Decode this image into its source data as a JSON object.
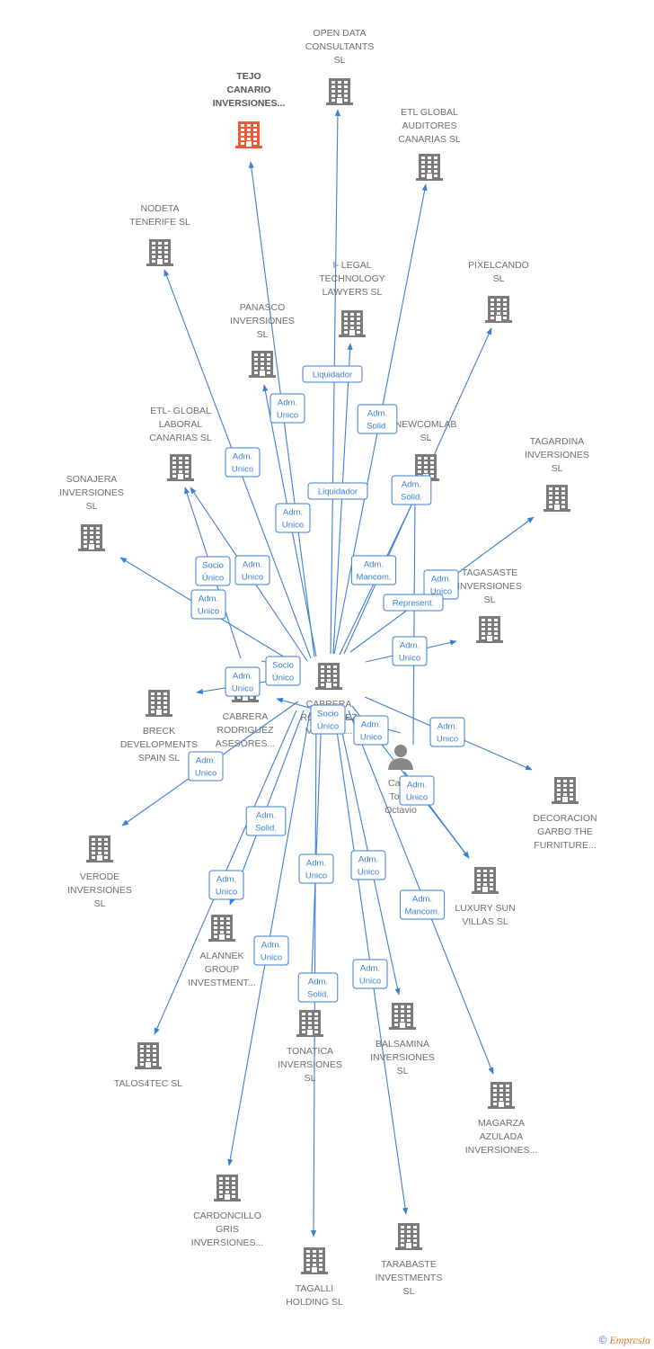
{
  "colors": {
    "edge": "#3a7fd5",
    "node": "#7a7a7a",
    "highlight": "#f05a32",
    "person": "#888888"
  },
  "nodes": [
    {
      "id": "center",
      "lines": [
        "CABRERA",
        "RODRIGUEZ",
        "MANUEL..."
      ],
      "icon": "building-icon"
    },
    {
      "id": "open_data",
      "lines": [
        "OPEN DATA",
        "CONSULTANTS",
        "SL"
      ],
      "icon": "building-icon"
    },
    {
      "id": "tejo",
      "lines": [
        "TEJO",
        "CANARIO",
        "INVERSIONES..."
      ],
      "icon": "building-icon",
      "highlight": true
    },
    {
      "id": "etl_auditores",
      "lines": [
        "ETL GLOBAL",
        "AUDITORES",
        "CANARIAS SL"
      ],
      "icon": "building-icon"
    },
    {
      "id": "nodeta",
      "lines": [
        "NODETA",
        "TENERIFE SL"
      ],
      "icon": "building-icon"
    },
    {
      "id": "ilegal",
      "lines": [
        "I- LEGAL",
        "TECHNOLOGY",
        "LAWYERS SL"
      ],
      "icon": "building-icon"
    },
    {
      "id": "pixelcando",
      "lines": [
        "PIXELCANDO",
        "SL"
      ],
      "icon": "building-icon"
    },
    {
      "id": "panasco",
      "lines": [
        "PANASCO",
        "INVERSIONES",
        "SL"
      ],
      "icon": "building-icon"
    },
    {
      "id": "etl_laboral",
      "lines": [
        "ETL- GLOBAL",
        "LABORAL",
        "CANARIAS SL"
      ],
      "icon": "building-icon"
    },
    {
      "id": "newcomlab",
      "lines": [
        "NEWCOMLAB",
        "SL"
      ],
      "icon": "building-icon"
    },
    {
      "id": "tagardina",
      "lines": [
        "TAGARDINA",
        "INVERSIONES",
        "SL"
      ],
      "icon": "building-icon"
    },
    {
      "id": "sonajera",
      "lines": [
        "SONAJERA",
        "INVERSIONES",
        "SL"
      ],
      "icon": "building-icon"
    },
    {
      "id": "tagasaste",
      "lines": [
        "TAGASASTE",
        "INVERSIONES",
        "SL"
      ],
      "icon": "building-icon"
    },
    {
      "id": "breck",
      "lines": [
        "BRECK",
        "DEVELOPMENTS",
        "SPAIN SL"
      ],
      "icon": "building-icon"
    },
    {
      "id": "asesores",
      "lines": [
        "CABRERA",
        "RODRIGUEZ",
        "ASESORES..."
      ],
      "icon": "building-icon"
    },
    {
      "id": "person",
      "lines": [
        "Cab...",
        "Tos...",
        "Octavio"
      ],
      "icon": "person-icon"
    },
    {
      "id": "decoracion",
      "lines": [
        "DECORACION",
        "GARBO THE",
        "FURNITURE..."
      ],
      "icon": "building-icon"
    },
    {
      "id": "verode",
      "lines": [
        "VERODE",
        "INVERSIONES",
        "SL"
      ],
      "icon": "building-icon"
    },
    {
      "id": "luxury",
      "lines": [
        "LUXURY SUN",
        "VILLAS SL"
      ],
      "icon": "building-icon"
    },
    {
      "id": "alannek",
      "lines": [
        "ALANNEK",
        "GROUP",
        "INVESTMENT..."
      ],
      "icon": "building-icon"
    },
    {
      "id": "talos",
      "lines": [
        "TALOS4TEC SL"
      ],
      "icon": "building-icon"
    },
    {
      "id": "tonatica",
      "lines": [
        "TONATICA",
        "INVERSIONES",
        "SL"
      ],
      "icon": "building-icon"
    },
    {
      "id": "balsamina",
      "lines": [
        "BALSAMINA",
        "INVERSIONES",
        "SL"
      ],
      "icon": "building-icon"
    },
    {
      "id": "magarza",
      "lines": [
        "MAGARZA",
        "AZULADA",
        "INVERSIONES..."
      ],
      "icon": "building-icon"
    },
    {
      "id": "cardoncillo",
      "lines": [
        "CARDONCILLO",
        "GRIS",
        "INVERSIONES..."
      ],
      "icon": "building-icon"
    },
    {
      "id": "tagalli",
      "lines": [
        "TAGALLI",
        "HOLDING SL"
      ],
      "icon": "building-icon"
    },
    {
      "id": "tarabaste",
      "lines": [
        "TARABASTE",
        "INVESTMENTS",
        "SL"
      ],
      "icon": "building-icon"
    }
  ],
  "edges": [
    {
      "from": "center",
      "to": "open_data",
      "label": [
        "Liquidador"
      ]
    },
    {
      "from": "center",
      "to": "tejo",
      "label": [
        "Adm.",
        "Unico"
      ]
    },
    {
      "from": "center",
      "to": "etl_auditores",
      "label": [
        "Adm.",
        "Solid."
      ]
    },
    {
      "from": "center",
      "to": "nodeta",
      "label": [
        "Adm.",
        "Unico"
      ]
    },
    {
      "from": "center",
      "to": "ilegal",
      "label": [
        "Liquidador"
      ]
    },
    {
      "from": "center",
      "to": "pixelcando",
      "label": [
        "Adm.",
        "Solid."
      ]
    },
    {
      "from": "center",
      "to": "panasco",
      "label": [
        "Adm.",
        "Unico"
      ]
    },
    {
      "from": "center",
      "to": "etl_laboral",
      "label": [
        "Adm.",
        "Unico"
      ]
    },
    {
      "from": "center",
      "to": "newcomlab",
      "label": [
        "Adm.",
        "Mancom."
      ]
    },
    {
      "from": "center",
      "to": "tagardina",
      "label": [
        "Adm.",
        "Unico"
      ]
    },
    {
      "from": "center",
      "to": "sonajera",
      "label": [
        "Adm.",
        "Unico"
      ]
    },
    {
      "from": "center",
      "to": "tagasaste",
      "label": [
        "Adm.",
        "Unico"
      ]
    },
    {
      "from": "center",
      "to": "breck",
      "label": [
        "Adm.",
        "Unico"
      ]
    },
    {
      "from": "asesores",
      "to": "etl_laboral",
      "label": [
        "Socio",
        "Único"
      ]
    },
    {
      "from": "center",
      "to": "asesores",
      "label": [
        "Socio",
        "Único"
      ]
    },
    {
      "from": "person",
      "to": "center",
      "label": [
        "Socio",
        "Único"
      ]
    },
    {
      "from": "person",
      "to": "tagardina",
      "label": [
        "Represent."
      ]
    },
    {
      "from": "center",
      "to": "decoracion",
      "label": [
        "Adm.",
        "Unico"
      ]
    },
    {
      "from": "center",
      "to": "verode",
      "label": [
        "Adm.",
        "Unico"
      ]
    },
    {
      "from": "center",
      "to": "luxury",
      "label": [
        "Adm.",
        "Unico"
      ]
    },
    {
      "from": "person",
      "to": "luxury",
      "label": [
        "Adm.",
        "Unico"
      ]
    },
    {
      "from": "center",
      "to": "alannek",
      "label": [
        "Adm.",
        "Solid."
      ]
    },
    {
      "from": "center",
      "to": "talos",
      "label": [
        "Adm.",
        "Unico"
      ]
    },
    {
      "from": "center",
      "to": "tonatica",
      "label": [
        "Adm.",
        "Solid."
      ]
    },
    {
      "from": "center",
      "to": "balsamina",
      "label": [
        "Adm.",
        "Unico"
      ]
    },
    {
      "from": "center",
      "to": "magarza",
      "label": [
        "Adm.",
        "Mancom."
      ]
    },
    {
      "from": "center",
      "to": "cardoncillo",
      "label": [
        "Adm.",
        "Unico"
      ]
    },
    {
      "from": "center",
      "to": "tagalli",
      "label": [
        "Adm.",
        "Unico"
      ]
    },
    {
      "from": "center",
      "to": "tarabaste",
      "label": [
        "Adm.",
        "Unico"
      ]
    }
  ],
  "footer": {
    "copyright": "©",
    "brand": "Empresia"
  }
}
